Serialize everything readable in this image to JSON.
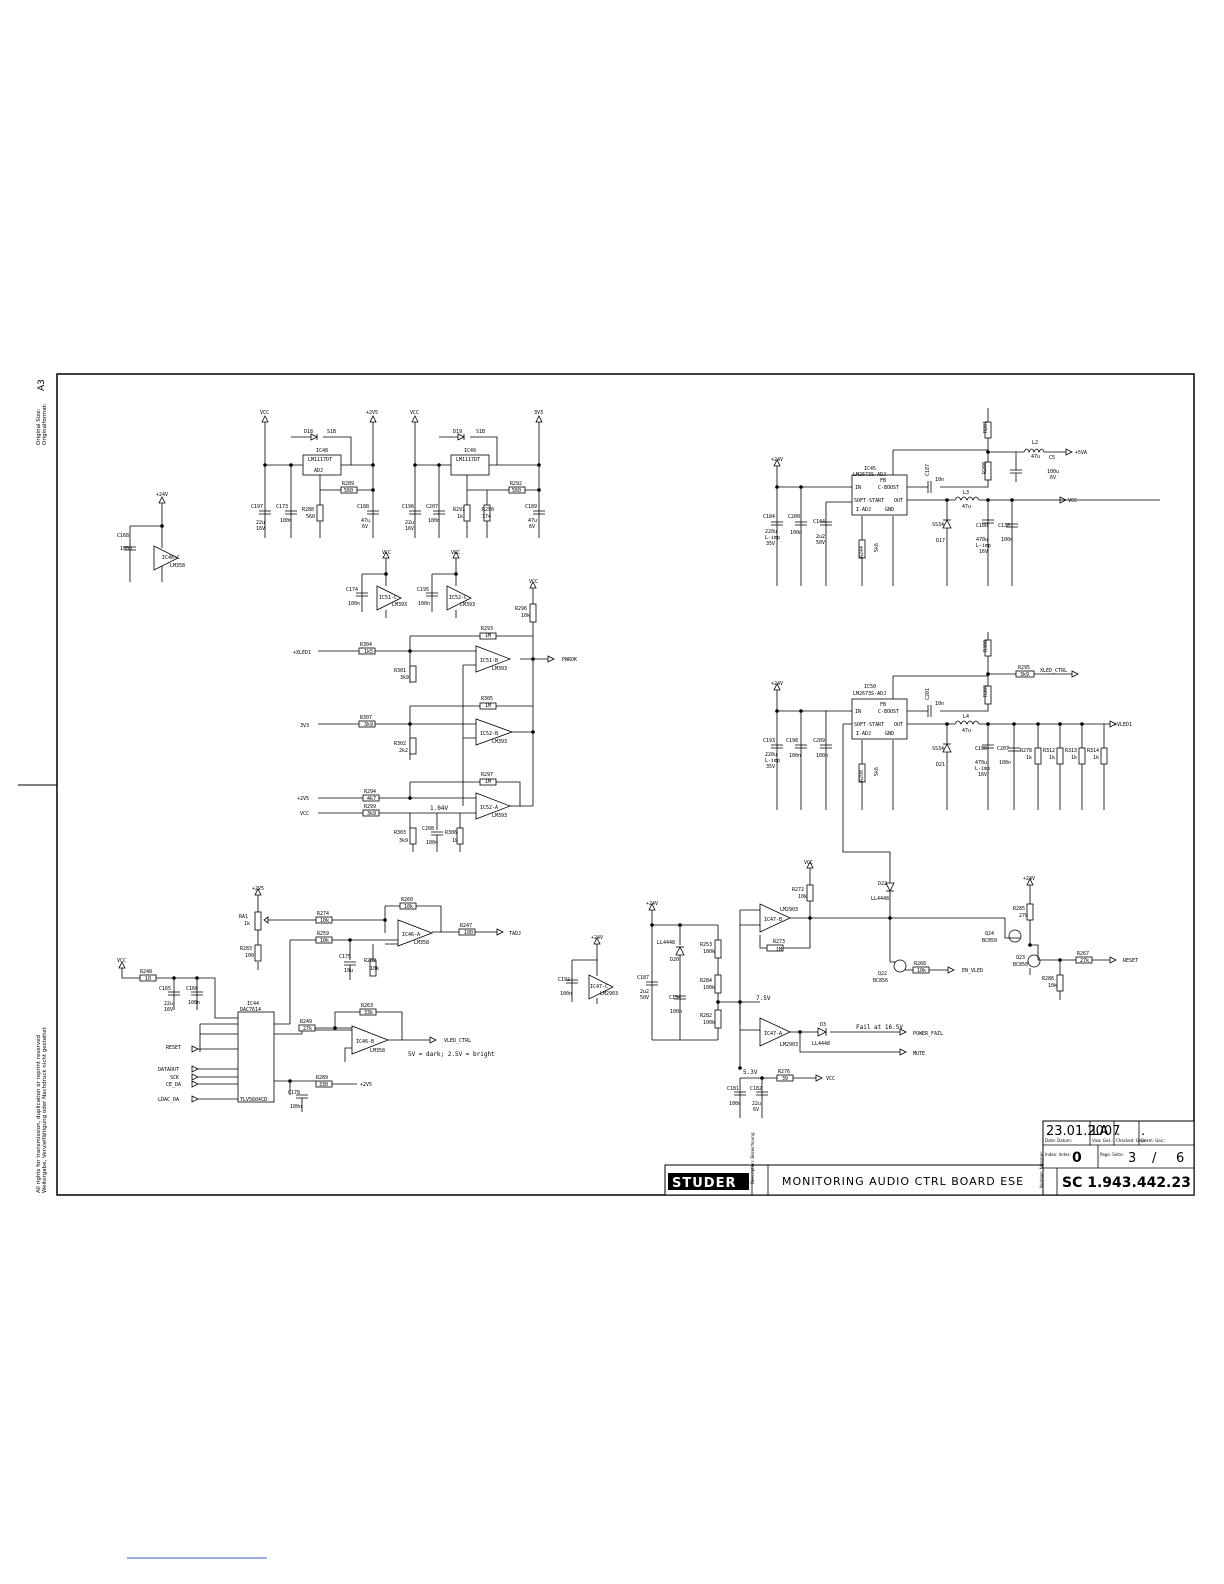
{
  "side_text": {
    "size_label": "Original Size:",
    "size_label_de": "Originalformat:",
    "size_value": "A3",
    "rights": "All rights for transmission, duplication or reprint reserved",
    "rights_de": "Weitergabe, Vervielfältigung oder Nachdruck nicht gestattet"
  },
  "title_block": {
    "date": "23.01.2007",
    "drawn_by": "LA",
    "checked": ".",
    "approved": ".",
    "label_datum": "Date: Datum:",
    "label_visa": "Visa: Gez.:",
    "label_checked": "Checked: Gepr.:",
    "label_app": "Gesm: Gez.:",
    "label_index": "Index: Index:",
    "index": "0",
    "label_page": "Page: Seite:",
    "page": "3",
    "page_sep": "/",
    "pages": "6",
    "logo": "STUDER",
    "label_desc": "Description: Bezeichnung:",
    "title": "MONITORING AUDIO CTRL BOARD ESE",
    "label_number": "Number: Nummer:",
    "number": "SC 1.943.442.23"
  },
  "nets": {
    "vcc": "VCC",
    "p2v5": "+2V5",
    "p3v3": "3V3",
    "p24v": "+24V",
    "p5va": "+5VA",
    "pwrok": "PWROK",
    "xled1": "+XLED1",
    "v3v3": "3V3",
    "v2v5": "+2V5",
    "tadj": "TADJ",
    "reset_in": "RESET",
    "dataout": "DATAOUT",
    "sck": "SCK",
    "ce_da": "CE_DA",
    "ldac_da": "LDAC_DA",
    "vled_ctrl": "VLED_CTRL",
    "xled_ctrl": "XLED_CTRL",
    "en_vled": "EN_VLED",
    "power_fail": "POWER_FAIL",
    "mute": "MUTE",
    "reset_out": "RESET",
    "xvled1": "+VLED1",
    "v104": "1.04V",
    "v75": "7.5V",
    "v53": "5.3V",
    "fail": "Fail at 16.5V",
    "bright": "5V = dark; 2.5V = bright"
  },
  "parts": {
    "ic48": "IC48",
    "ic48v": "LM1117DT",
    "ic49": "IC49",
    "ic49v": "LM1117DT",
    "d18": "D18",
    "d19": "D19",
    "s1b": "S1B",
    "adj": "ADJ",
    "in": "IN",
    "out": "OUT",
    "c197": "C197",
    "c197v": "22u",
    "c197v2": "16V",
    "c173": "C173",
    "c173v": "100n",
    "r288": "R288",
    "r288v": "560",
    "r289": "R289",
    "r289v": "560",
    "c188": "C188",
    "c188v": "47u",
    "c188v2": "6V",
    "c196": "C196",
    "c196v": "22u",
    "c196v2": "16V",
    "c207a": "C207",
    "c207av": "100n",
    "r291": "R291",
    "r291v": "1k",
    "r290": "R290",
    "r290v": "374",
    "r292": "R292",
    "r292v": "560",
    "c189": "C189",
    "c189v": "47u",
    "c189v2": "6V",
    "c168": "C168",
    "c168v": "100n",
    "ic46c": "IC46-C",
    "lm358": "LM358",
    "c174": "C174",
    "c174v": "100n",
    "c195": "C195",
    "c195v": "100n",
    "ic51c": "IC51-C",
    "ic52c": "IC52-C",
    "lm393": "LM393",
    "r296": "R296",
    "r296v": "10k",
    "r293": "R293",
    "r293v": "1M",
    "r304": "R304",
    "r304v": "1k5",
    "r301": "R301",
    "r301v": "3k9",
    "ic51b": "IC51-B",
    "r305": "R305",
    "r305v": "1M",
    "r307": "R307",
    "r307v": "3k9",
    "r302": "R302",
    "r302v": "2k2",
    "ic52b": "IC52-B",
    "r297": "R297",
    "r297v": "1M",
    "r294": "R294",
    "r294v": "4k7",
    "r299": "R299",
    "r299v": "3k9",
    "ic52a": "IC52-A",
    "r303": "R303",
    "r303v": "3k9",
    "c208": "C208",
    "c208v": "100n",
    "r306": "R306",
    "r306v": "1k",
    "ra1": "RA1",
    "ra1v": "1k",
    "r283": "R283",
    "r283v": "100",
    "r274": "R274",
    "r274v": "10k",
    "r259": "R259",
    "r259v": "10k",
    "r260": "R260",
    "r260v": "10k",
    "ic46a": "IC46-A",
    "r247": "R247",
    "r247v": "100",
    "c175": "C175",
    "c175v": "10u",
    "r252": "R252",
    "r252v": "10k",
    "r248": "R248",
    "r248v": "10",
    "c165": "C165",
    "c165v": "22u",
    "c165v2": "16V",
    "c166": "C166",
    "c166v": "100n",
    "ic44": "IC44",
    "ic44v": "DAC7614",
    "ic44v2": "TLV5604CD",
    "r249": "R249",
    "r249v": "27k",
    "r263": "R263",
    "r263v": "33k",
    "ic46b": "IC46-B",
    "c178": "C178",
    "c178v": "100n",
    "r289b": "R289",
    "r289bv": "330",
    "ic45": "IC45",
    "ic45v": "LM2673S-ADJ",
    "fb": "FB",
    "cboost": "C-BOOST",
    "softstart": "SOFT-START",
    "iadj": "I-ADJ",
    "gnd": "GND",
    "c184": "C184",
    "c184v": "220u",
    "c184v2": "L-imp",
    "c184v3": "35V",
    "c200": "C200",
    "c200v": "100n",
    "c144": "C144",
    "c144v": "2u2",
    "c144v2": "50V",
    "r244": "R244",
    "r244v": "5k6",
    "c187": "C187",
    "c187v": "10n",
    "ss34": "SS34",
    "d17": "D17",
    "l3": "L3",
    "l3v": "47u",
    "r281": "R281",
    "r281v": "4k7",
    "r280": "R280",
    "r280v": "1k5",
    "c180": "C180",
    "c180v": "470u",
    "c180v2": "L-imp",
    "c180v3": "16V",
    "c138": "C138",
    "c138v": "100n",
    "l2": "L2",
    "l2v": "47u",
    "c5": "C5",
    "c5v": "100u",
    "c5v2": "6V",
    "ic50": "IC50",
    "ic50v": "LM2673S-ADJ",
    "c193": "C193",
    "c193v": "220u",
    "c193v2": "L-imp",
    "c193v3": "35V",
    "c198": "C198",
    "c198v": "100n",
    "c209": "C209",
    "c209v": "100n",
    "r298": "R298",
    "r298v": "5k6",
    "c201": "C201",
    "c201v": "10n",
    "d21": "D21",
    "l4": "L4",
    "l4v": "47u",
    "r300": "R300",
    "r300v": "1k",
    "r295": "R295",
    "r295v": "3k9",
    "r309": "R309",
    "r309v": "3k9",
    "c190": "C190",
    "c190v": "470u",
    "c190v2": "L-imp",
    "c190v3": "16V",
    "c207b": "C207",
    "c207bv": "100n",
    "r278": "R278",
    "r278v": "1k",
    "r312": "R312",
    "r312v": "1k",
    "r313": "R313",
    "r313v": "1k",
    "r314": "R314",
    "r314v": "1k",
    "d22": "D22",
    "ll4448": "LL4448",
    "r272": "R272",
    "r272v": "10k",
    "ic47b": "IC47-B",
    "lm2903": "LM2903",
    "r273": "R273",
    "r273v": "1M",
    "q22": "Q22",
    "bc856": "BC856",
    "r268": "R268",
    "r268v": "10k",
    "r285": "R285",
    "r285v": "27k",
    "q24": "Q24",
    "bc850": "BC850",
    "q23": "Q23",
    "r267": "R267",
    "r267v": "27k",
    "r286": "R286",
    "r286v": "10k",
    "c192": "C192",
    "c192v": "100n",
    "ic47c": "IC47-C",
    "d20": "D20",
    "c187b": "C187",
    "c187bv": "2u2",
    "c187bv2": "50V",
    "c194": "C194",
    "c194v": "100n",
    "r253": "R253",
    "r253v": "100k",
    "r284": "R284",
    "r284v": "100k",
    "r282": "R282",
    "r282v": "100k",
    "ic47a": "IC47-A",
    "d3": "D3",
    "c181": "C181",
    "c181v": "100n",
    "c182": "C182",
    "c182v": "22u",
    "c182v2": "6V",
    "r276": "R276",
    "r276v": "39"
  }
}
